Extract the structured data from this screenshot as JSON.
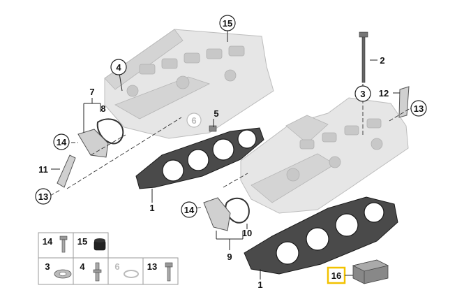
{
  "callouts": {
    "c15": "15",
    "c4": "4",
    "c7": "7",
    "c8": "8",
    "c6": "6",
    "c5": "5",
    "c14a": "14",
    "c11": "11",
    "c13a": "13",
    "c1a": "1",
    "c2": "2",
    "c3": "3",
    "c12": "12",
    "c13b": "13",
    "c14b": "14",
    "c10": "10",
    "c9": "9",
    "c1b": "1",
    "c16": "16"
  },
  "legend": {
    "items": [
      {
        "num": "14",
        "part": "bolt-icon"
      },
      {
        "num": "15",
        "part": "plug-icon"
      },
      {
        "num": "3",
        "part": "washer-icon"
      },
      {
        "num": "4",
        "part": "stud-icon"
      },
      {
        "num": "6",
        "part": "ring-icon"
      },
      {
        "num": "13",
        "part": "hex-bolt-icon"
      }
    ]
  },
  "colors": {
    "highlight": "#f2c200",
    "faded_callout": "#bbbbbb"
  }
}
